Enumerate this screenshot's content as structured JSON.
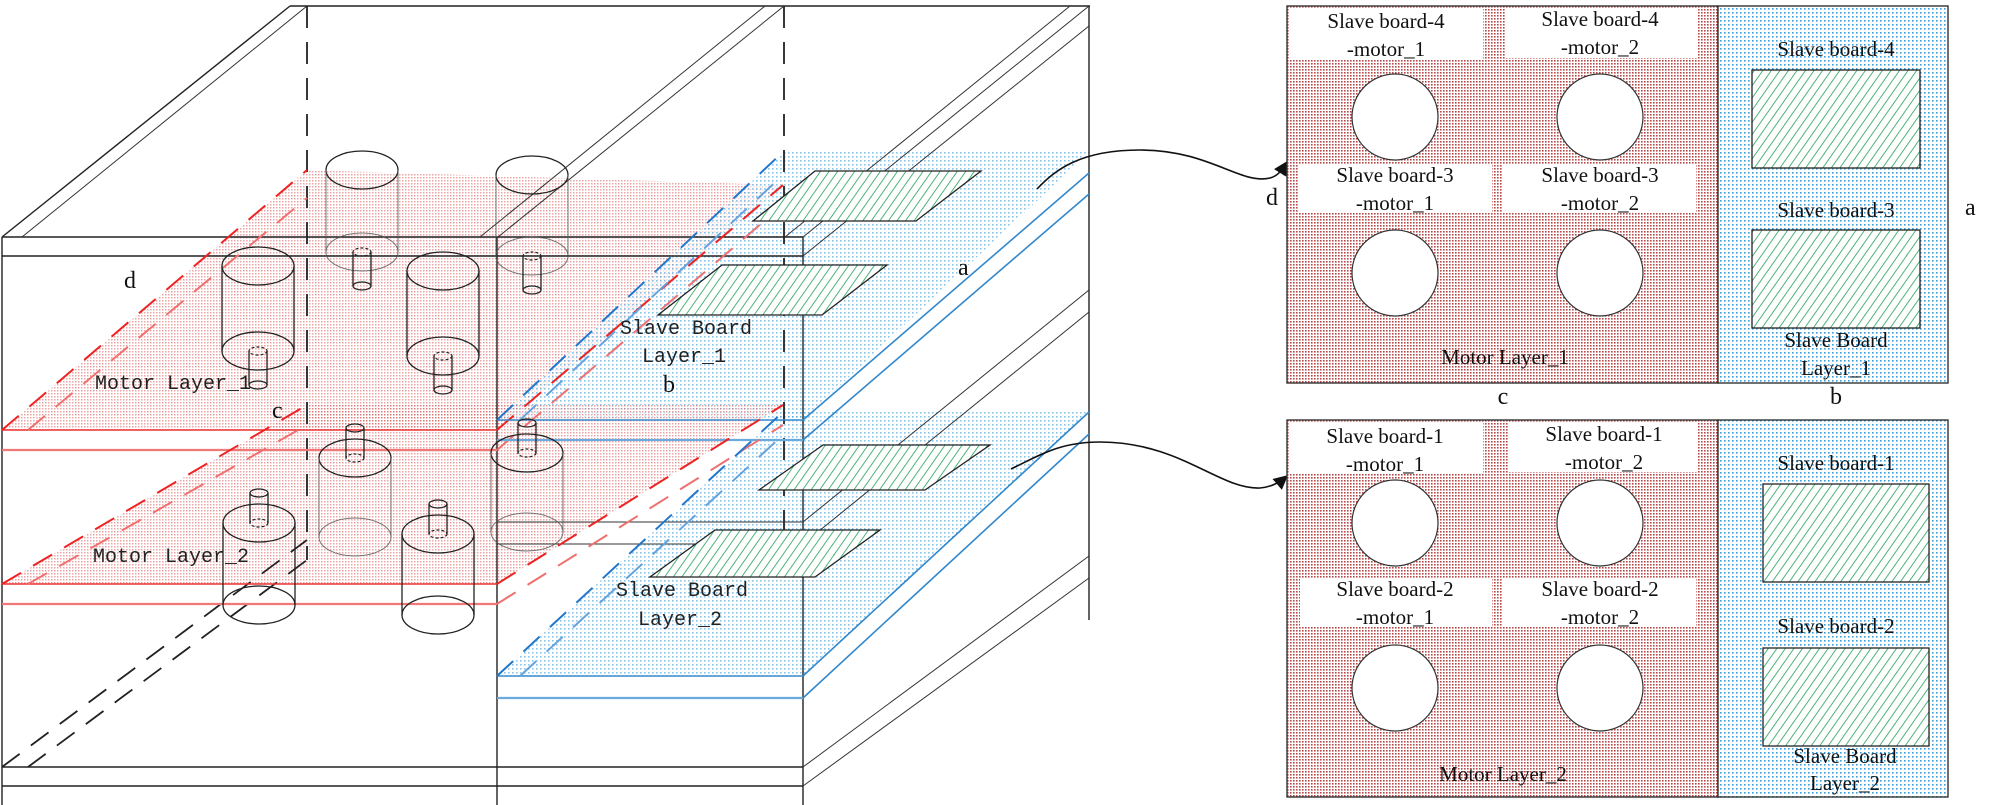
{
  "colors": {
    "motor_layer": "#e05a5a",
    "slave_layer": "#3a9fd8",
    "board_hatch": "#22a05a",
    "frame": "#222222"
  },
  "iso_view": {
    "layer_labels": {
      "motor_layer_1": "Motor Layer_1",
      "motor_layer_2": "Motor Layer_2",
      "slave_layer_1_line1": "Slave Board",
      "slave_layer_1_line2": "Layer_1",
      "slave_layer_2_line1": "Slave Board",
      "slave_layer_2_line2": "Layer_2"
    },
    "edge_labels": {
      "a": "a",
      "b": "b",
      "c": "c",
      "d": "d"
    },
    "motors_per_layer": 4,
    "boards_per_layer": 2
  },
  "plan_views": [
    {
      "id": "layer-1",
      "edge_labels": {
        "a": "a",
        "b": "b",
        "c": "c",
        "d": "d"
      },
      "motor_layer_title": "Motor Layer_1",
      "slave_layer_title_line1": "Slave Board",
      "slave_layer_title_line2": "Layer_1",
      "motors": [
        {
          "line1": "Slave board-4",
          "line2": "-motor_1"
        },
        {
          "line1": "Slave board-4",
          "line2": "-motor_2"
        },
        {
          "line1": "Slave board-3",
          "line2": "-motor_1"
        },
        {
          "line1": "Slave board-3",
          "line2": "-motor_2"
        }
      ],
      "boards": [
        {
          "label": "Slave board-4"
        },
        {
          "label": "Slave board-3"
        }
      ]
    },
    {
      "id": "layer-2",
      "motor_layer_title": "Motor Layer_2",
      "slave_layer_title_line1": "Slave Board",
      "slave_layer_title_line2": "Layer_2",
      "motors": [
        {
          "line1": "Slave board-1",
          "line2": "-motor_1"
        },
        {
          "line1": "Slave board-1",
          "line2": "-motor_2"
        },
        {
          "line1": "Slave board-2",
          "line2": "-motor_1"
        },
        {
          "line1": "Slave board-2",
          "line2": "-motor_2"
        }
      ],
      "boards": [
        {
          "label": "Slave board-1"
        },
        {
          "label": "Slave board-2"
        }
      ]
    }
  ]
}
